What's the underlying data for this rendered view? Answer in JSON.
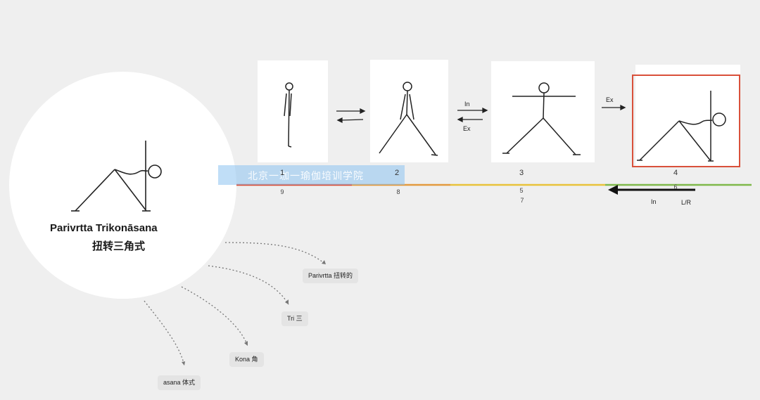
{
  "pose": {
    "name_en": "Parivrtta Trikonāsana",
    "name_cn": "扭转三角式"
  },
  "steps": [
    {
      "number": "1",
      "sub": "9"
    },
    {
      "number": "2",
      "sub": "8"
    },
    {
      "number": "3",
      "sub": "5",
      "sub2": "7"
    },
    {
      "number": "4",
      "sub": "6"
    }
  ],
  "breath_labels": {
    "in_1": "In",
    "ex_1": "Ex",
    "ex_2": "Ex",
    "return_in": "In",
    "return_side": "L/R"
  },
  "etymology_tags": [
    {
      "label": "Parivrtta 扭转的"
    },
    {
      "label": "Tri 三"
    },
    {
      "label": "Kona 角"
    },
    {
      "label": "asana 体式"
    }
  ],
  "watermark": "北京一珈一瑜伽培训学院",
  "colors": {
    "highlight_border": "#d9503a",
    "timeline_red": "#d9503a",
    "timeline_yellow": "#e8c23a",
    "timeline_green": "#7fb84a",
    "watermark_bg": "#8cc3f0"
  }
}
